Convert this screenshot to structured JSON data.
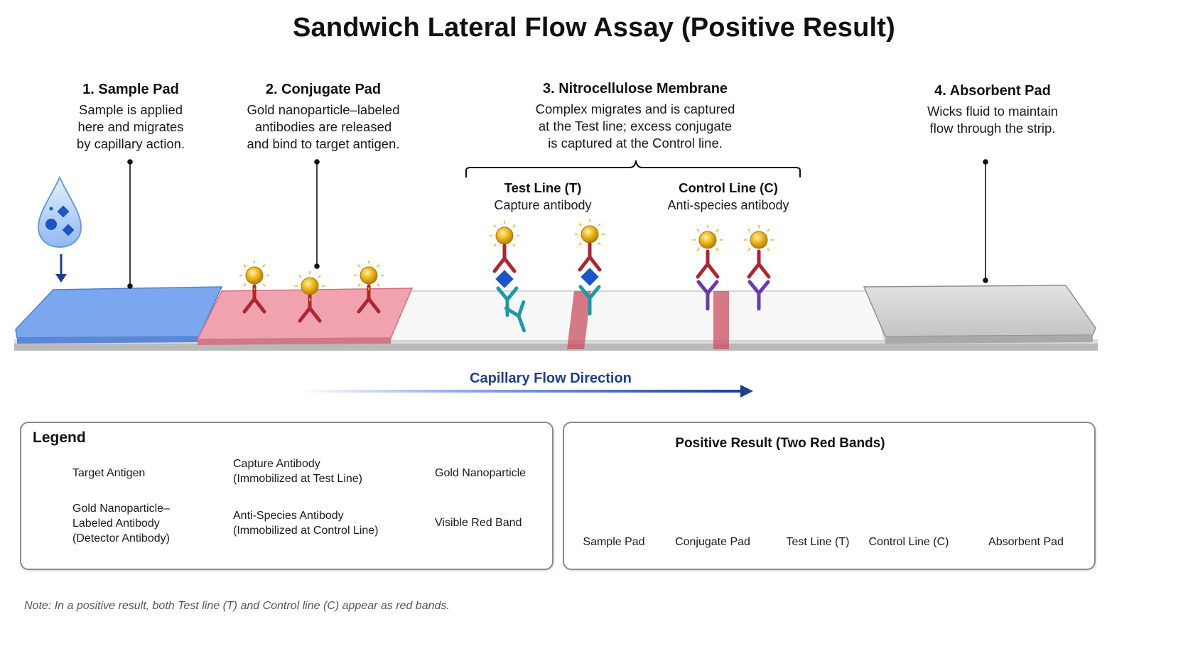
{
  "title": "Sandwich Lateral Flow Assay (Positive Result)",
  "stages": [
    {
      "heading": "1. Sample Pad",
      "lines": [
        "Sample is applied",
        "here and migrates",
        "by capillary action."
      ]
    },
    {
      "heading": "2. Conjugate Pad",
      "lines": [
        "Gold nanoparticle–labeled",
        "antibodies are released",
        "and bind to target antigen."
      ]
    },
    {
      "heading": "3. Nitrocellulose Membrane",
      "lines": [
        "Complex migrates and is captured",
        "at the Test line; excess conjugate",
        "is captured at the Control line."
      ]
    },
    {
      "heading": "4. Absorbent Pad",
      "lines": [
        "Wicks fluid to maintain",
        "flow through the strip."
      ]
    }
  ],
  "test_line": {
    "heading": "Test Line (T)",
    "desc": "Capture antibody"
  },
  "control_line": {
    "heading": "Control Line (C)",
    "desc": "Anti-species antibody"
  },
  "flow_label": "Capillary Flow Direction",
  "legend": {
    "title": "Legend",
    "items": [
      {
        "icon": "target-antigen-icon",
        "lines": [
          "Target Antigen"
        ]
      },
      {
        "icon": "detector-antibody-icon",
        "lines": [
          "Gold Nanoparticle–",
          "Labeled Antibody",
          "(Detector Antibody)"
        ]
      },
      {
        "icon": "capture-antibody-icon",
        "lines": [
          "Capture Antibody",
          "(Immobilized at Test Line)"
        ]
      },
      {
        "icon": "anti-species-antibody-icon",
        "lines": [
          "Anti-Species Antibody",
          "(Immobilized at Control Line)"
        ]
      },
      {
        "icon": "gold-nanoparticle-icon",
        "lines": [
          "Gold Nanoparticle"
        ]
      },
      {
        "icon": "red-band-icon",
        "lines": [
          "Visible Red Band"
        ]
      }
    ]
  },
  "result": {
    "title": "Positive Result (Two Red Bands)",
    "labels": [
      "Sample Pad",
      "Conjugate Pad",
      "Test Line (T)",
      "Control Line (C)",
      "Absorbent Pad"
    ]
  },
  "note": "Note: In a positive result, both Test line (T) and Control line (C) appear as red bands.",
  "colors": {
    "sample_pad": "#7aa7ee",
    "conjugate_pad": "#f0a3ae",
    "membrane": "#f6f6f6",
    "absorbent_pad": "#cfcfcf",
    "red_band": "#c9505f",
    "detector_antibody": "#b0242f",
    "capture_antibody": "#1e9aa6",
    "anti_species_antibody": "#6a3bb0",
    "antigen": "#1a56c8",
    "gold": "#f0b419",
    "flow_arrow": "#1d3f8f"
  }
}
